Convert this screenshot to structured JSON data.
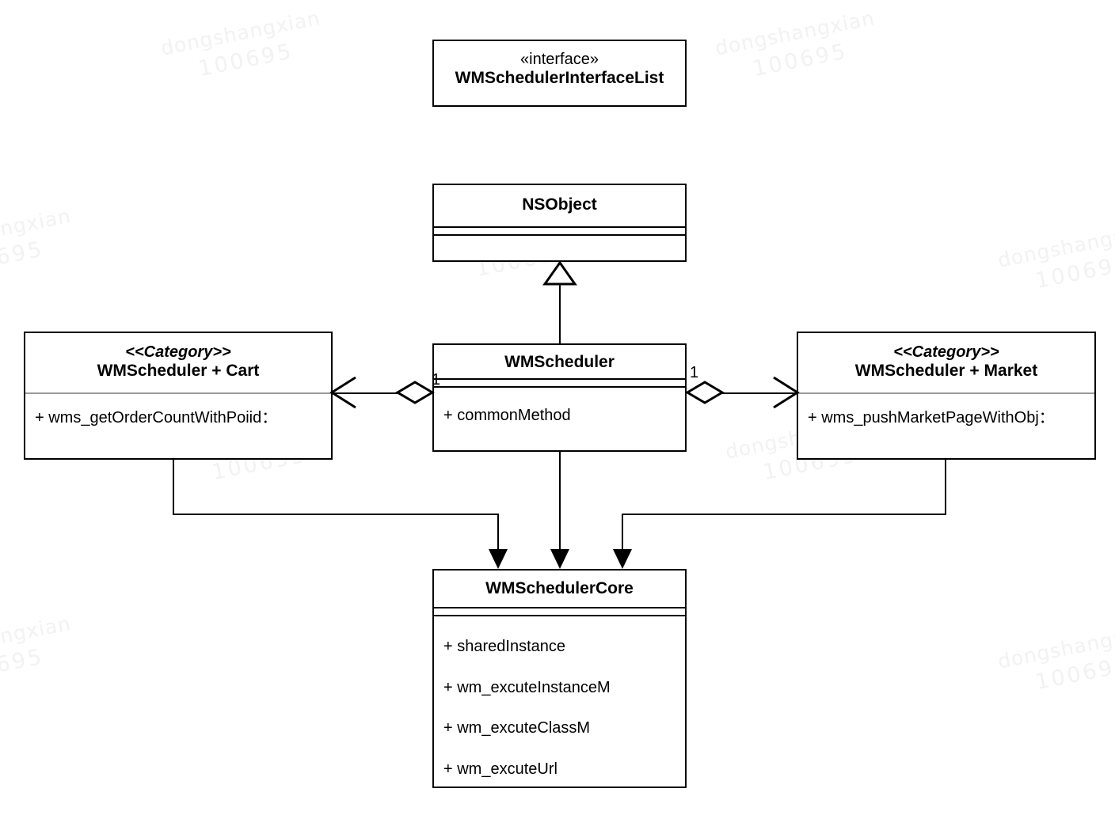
{
  "diagram": {
    "type": "uml-class-diagram",
    "watermark": {
      "text": "dongshangxian",
      "number": "100695"
    },
    "classes": [
      {
        "id": "interface-list",
        "stereotype": "«interface»",
        "name": "WMSchedulerInterfaceList",
        "members": []
      },
      {
        "id": "nsobject",
        "stereotype": "",
        "name": "NSObject",
        "members": []
      },
      {
        "id": "scheduler-cart",
        "stereotype": "<<Category>>",
        "name": "WMScheduler + Cart",
        "members": [
          "+ wms_getOrderCountWithPoiid："
        ]
      },
      {
        "id": "scheduler",
        "stereotype": "",
        "name": "WMScheduler",
        "members": [
          "+ commonMethod"
        ]
      },
      {
        "id": "scheduler-market",
        "stereotype": "<<Category>>",
        "name": "WMScheduler + Market",
        "members": [
          "+ wms_pushMarketPageWithObj："
        ]
      },
      {
        "id": "scheduler-core",
        "stereotype": "",
        "name": "WMSchedulerCore",
        "members": [
          "+ sharedInstance",
          "+ wm_excuteInstanceM",
          "+ wm_excuteClassM",
          "+ wm_excuteUrl"
        ]
      }
    ],
    "relations": [
      {
        "id": "gen-scheduler-nsobject",
        "kind": "generalization",
        "from": "scheduler",
        "to": "nsobject",
        "label": ""
      },
      {
        "id": "agg-scheduler-cart",
        "kind": "aggregation",
        "from": "scheduler",
        "to": "scheduler-cart",
        "source_multiplicity": "1"
      },
      {
        "id": "agg-scheduler-market",
        "kind": "aggregation",
        "from": "scheduler",
        "to": "scheduler-market",
        "source_multiplicity": "1"
      },
      {
        "id": "dep-cart-core",
        "kind": "dependency",
        "from": "scheduler-cart",
        "to": "scheduler-core"
      },
      {
        "id": "dep-scheduler-core",
        "kind": "dependency",
        "from": "scheduler",
        "to": "scheduler-core"
      },
      {
        "id": "dep-market-core",
        "kind": "dependency",
        "from": "scheduler-market",
        "to": "scheduler-core"
      }
    ],
    "colors": {
      "stroke": "#000000",
      "background": "#ffffff",
      "separator_gray": "#9a9a9a",
      "watermark": "#f2f2f2"
    }
  }
}
